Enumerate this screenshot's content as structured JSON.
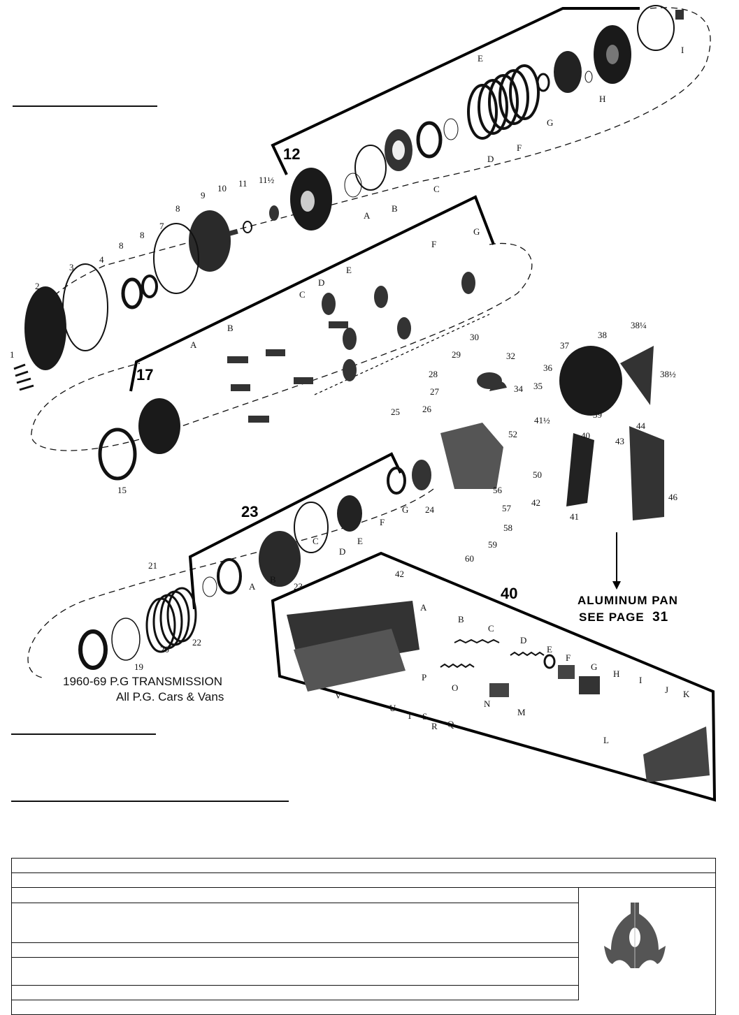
{
  "diagram": {
    "title": "1960-69 P.G TRANSMISSION",
    "subtitle": "All P.G. Cars & Vans",
    "pan_note": {
      "line1": "ALUMINUM PAN",
      "line2": "SEE PAGE",
      "page": "31"
    },
    "group_numbers": {
      "clutch_drum": "12",
      "planet_carrier": "17",
      "reverse_piston": "23",
      "valve_body": "40"
    },
    "top_labels": {
      "I": "I",
      "H": "H",
      "G": "G",
      "E": "E",
      "F": "F",
      "D": "D",
      "C": "C",
      "B": "B",
      "A": "A",
      "n11h": "11½",
      "n11": "11",
      "n10": "10",
      "n9": "9",
      "n8a": "8",
      "n7": "7",
      "n8b": "8",
      "n8c": "8",
      "n4": "4",
      "n3": "3",
      "n2": "2",
      "n1": "1"
    },
    "mid_labels": {
      "G": "G",
      "F": "F",
      "E": "E",
      "D": "D",
      "C": "C",
      "B": "B",
      "A": "A",
      "n15": "15"
    },
    "right_labels": {
      "n30": "30",
      "n29": "29",
      "n32": "32",
      "n28": "28",
      "n27": "27",
      "n26": "26",
      "n25": "25",
      "n34": "34",
      "n35": "35",
      "n36": "36",
      "n37": "37",
      "n38": "38",
      "n38q": "38¼",
      "n38h": "38½",
      "n39": "39",
      "n41h": "41½",
      "n52": "52",
      "n40": "40",
      "n50": "50",
      "n56": "56",
      "n42": "42",
      "n41": "41",
      "n43": "43",
      "n44": "44",
      "n46": "46",
      "n57": "57",
      "n58": "58",
      "n59": "59",
      "n60": "60",
      "n24": "24"
    },
    "bottom_labels": {
      "G": "G",
      "F": "F",
      "E": "E",
      "D": "D",
      "C": "C",
      "B": "B",
      "A": "A",
      "n23": "23",
      "n21": "21",
      "n20": "20",
      "n22": "22",
      "n19": "19"
    },
    "valve_labels": {
      "n42": "42",
      "A": "A",
      "B": "B",
      "C": "C",
      "D": "D",
      "E": "E",
      "F": "F",
      "G": "G",
      "H": "H",
      "I": "I",
      "J": "J",
      "K": "K",
      "L": "L",
      "M": "M",
      "N": "N",
      "O": "O",
      "P": "P",
      "Q": "Q",
      "R": "R",
      "S": "S",
      "T": "T",
      "U": "U",
      "V": "V"
    }
  }
}
